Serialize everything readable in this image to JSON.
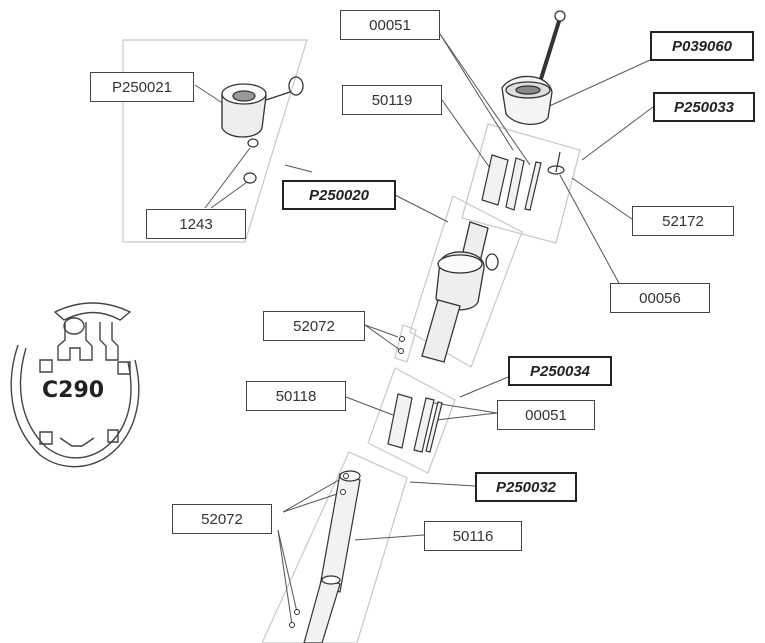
{
  "profile": {
    "name": "C290"
  },
  "labels": {
    "l_00051_top": "00051",
    "l_P039060": "P039060",
    "l_P250021": "P250021",
    "l_50119": "50119",
    "l_P250033": "P250033",
    "l_P250020": "P250020",
    "l_52172": "52172",
    "l_1243": "1243",
    "l_00056": "00056",
    "l_52072_mid": "52072",
    "l_P250034": "P250034",
    "l_50118": "50118",
    "l_00051_mid": "00051",
    "l_P250032": "P250032",
    "l_52072_low": "52072",
    "l_50116": "50116"
  }
}
